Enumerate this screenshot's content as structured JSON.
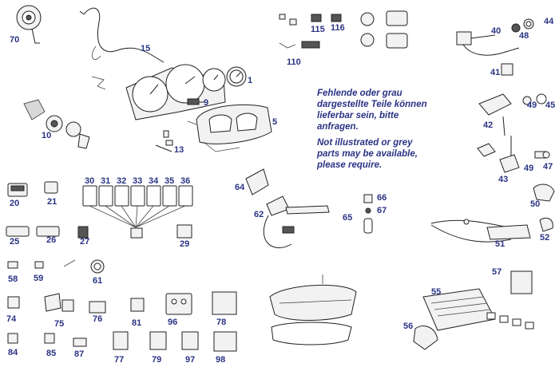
{
  "colors": {
    "label": "#2a3384",
    "line": "#222222",
    "part_fill": "#f2f2f2",
    "grey_part": "#d8d8d8"
  },
  "note": {
    "german": [
      "Fehlende oder grau",
      "dargestellte Teile können",
      "lieferbar sein, bitte",
      "anfragen."
    ],
    "english": [
      "Not illustrated or grey",
      "parts may be available,",
      "please require."
    ]
  },
  "callouts": {
    "n70": "70",
    "n15": "15",
    "n1": "1",
    "n9": "9",
    "n5": "5",
    "n10": "10",
    "n13": "13",
    "n115": "115",
    "n116": "116",
    "n110": "110",
    "n40": "40",
    "n48": "48",
    "n44": "44",
    "n41": "41",
    "n42": "42",
    "n49a": "49",
    "n45": "45",
    "n43": "43",
    "n49b": "49",
    "n47": "47",
    "n50": "50",
    "n20": "20",
    "n21": "21",
    "n30": "30",
    "n31": "31",
    "n32": "32",
    "n33": "33",
    "n34": "34",
    "n35": "35",
    "n36": "36",
    "n25": "25",
    "n26": "26",
    "n27": "27",
    "n29": "29",
    "n64": "64",
    "n62": "62",
    "n66": "66",
    "n65": "65",
    "n67": "67",
    "n51": "51",
    "n52": "52",
    "n58": "58",
    "n59": "59",
    "n61": "61",
    "n74": "74",
    "n75": "75",
    "n76": "76",
    "n81": "81",
    "n96": "96",
    "n78": "78",
    "n84": "84",
    "n85": "85",
    "n87": "87",
    "n77": "77",
    "n79": "79",
    "n97": "97",
    "n98": "98",
    "n57": "57",
    "n55": "55",
    "n56": "56"
  }
}
